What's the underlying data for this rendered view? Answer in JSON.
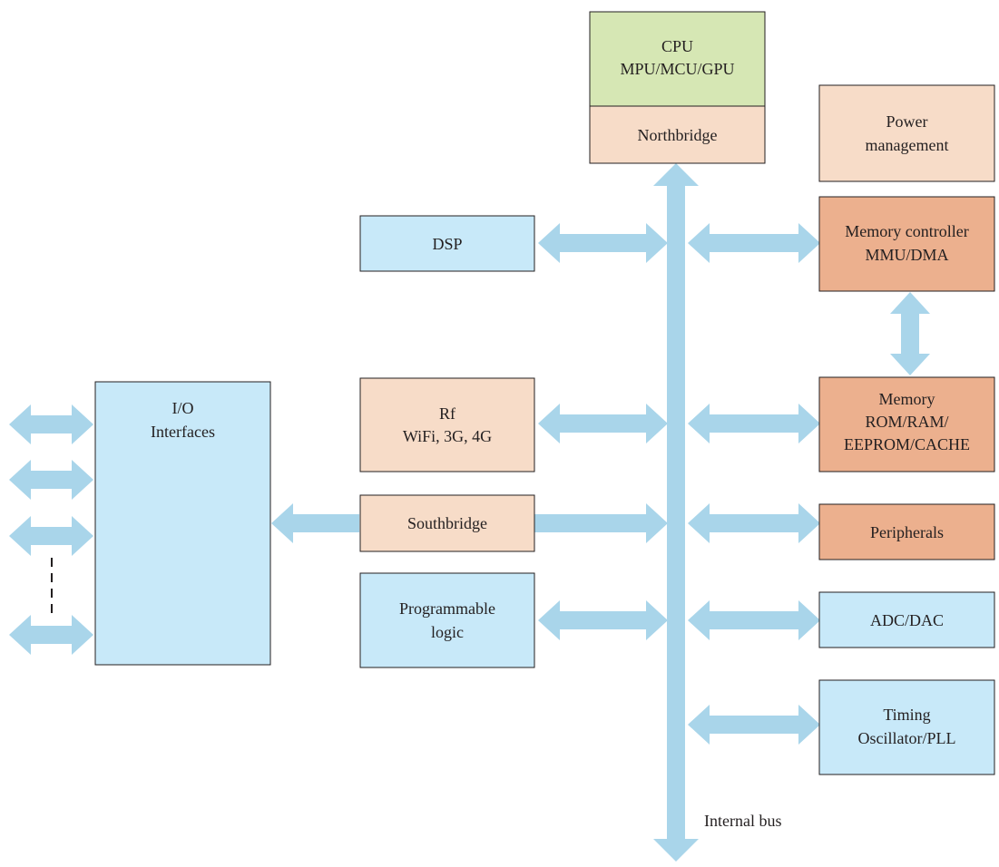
{
  "colors": {
    "blue": "#c8e9f9",
    "green": "#d6e7b4",
    "peach": "#f7dcc8",
    "salmon": "#ecb08e",
    "arrow": "#a9d5ea",
    "stroke": "#231f20",
    "text": "#231f20"
  },
  "blocks": {
    "cpu": {
      "line1": "CPU",
      "line2": "MPU/MCU/GPU"
    },
    "northbridge": {
      "label": "Northbridge"
    },
    "power": {
      "line1": "Power",
      "line2": "management"
    },
    "dsp": {
      "label": "DSP"
    },
    "memctrl": {
      "line1": "Memory controller",
      "line2": "MMU/DMA"
    },
    "io": {
      "line1": "I/O",
      "line2": "Interfaces"
    },
    "rf": {
      "line1": "Rf",
      "line2": "WiFi, 3G, 4G"
    },
    "memory": {
      "line1": "Memory",
      "line2": "ROM/RAM/",
      "line3": "EEPROM/CACHE"
    },
    "southbridge": {
      "label": "Southbridge"
    },
    "peripherals": {
      "label": "Peripherals"
    },
    "proglogic": {
      "line1": "Programmable",
      "line2": "logic"
    },
    "adcdac": {
      "label": "ADC/DAC"
    },
    "timing": {
      "line1": "Timing",
      "line2": "Oscillator/PLL"
    }
  },
  "bus": {
    "label": "Internal bus"
  }
}
